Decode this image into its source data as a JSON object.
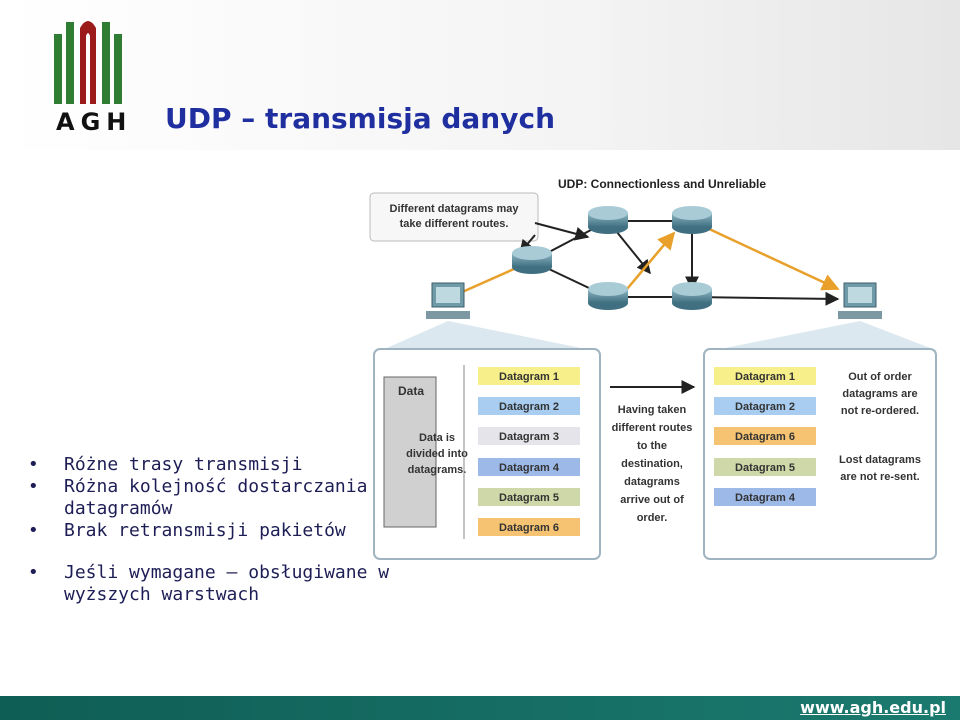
{
  "logo": {
    "text": "AGH"
  },
  "title": "UDP – transmisja danych",
  "diagram": {
    "heading": "UDP: Connectionless and Unreliable",
    "callout": [
      "Different datagrams may",
      "take different routes."
    ],
    "data_label": "Data",
    "divided_text": [
      "Data is",
      "divided into",
      "datagrams."
    ],
    "middle_text": [
      "Having taken",
      "different routes",
      "to the",
      "destination,",
      "datagrams",
      "arrive out of",
      "order."
    ],
    "note_order": [
      "Out of order",
      "datagrams are",
      "not re-ordered."
    ],
    "note_lost": [
      "Lost datagrams",
      "are not re-sent."
    ],
    "left_datagrams": [
      "Datagram 1",
      "Datagram 2",
      "Datagram 3",
      "Datagram 4",
      "Datagram 5",
      "Datagram 6"
    ],
    "right_datagrams": [
      "Datagram 1",
      "Datagram 2",
      "Datagram 6",
      "Datagram 5",
      "Datagram 4"
    ],
    "colors": {
      "dg1": "#f6ef8a",
      "dg2": "#a8cdf0",
      "dg3": "#e4e4ea",
      "dg4": "#9db9e8",
      "dg5": "#cfd8a8",
      "dg6": "#f5c372",
      "title": "#1f2fa0",
      "bullet_text": "#1e1e56",
      "footer": "#1b7a6f",
      "logo_green": "#2e7d32",
      "logo_red": "#9b1b1b"
    }
  },
  "bullets": [
    "Różne trasy transmisji",
    "Różna kolejność dostarczania datagramów",
    "Brak retransmisji pakietów",
    "Jeśli wymagane – obsługiwane w wyższych warstwach"
  ],
  "footer": {
    "url": "www.agh.edu.pl"
  }
}
